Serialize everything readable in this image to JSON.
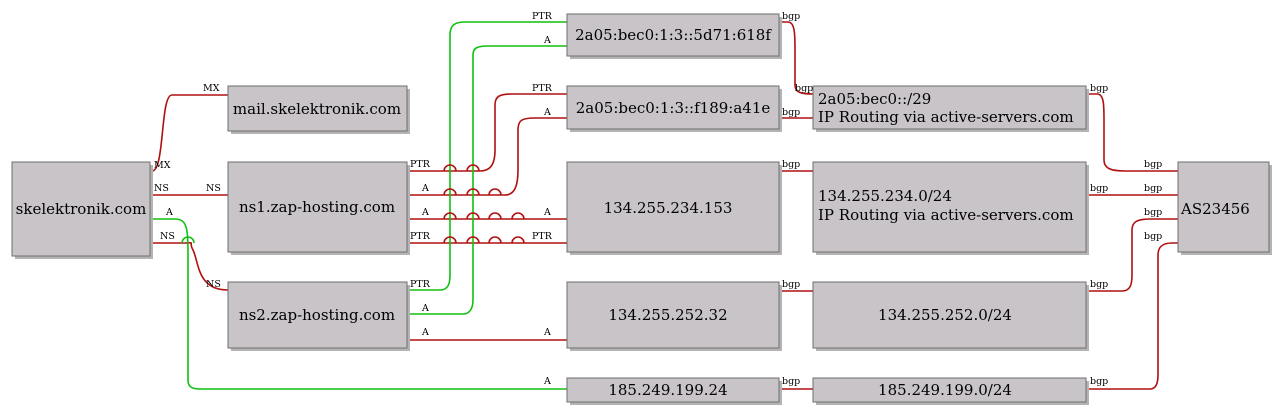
{
  "nodes": {
    "skelektronik": "skelektronik.com",
    "mail": "mail.skelektronik.com",
    "ns1": "ns1.zap-hosting.com",
    "ns2": "ns2.zap-hosting.com",
    "ip6a": "2a05:bec0:1:3::5d71:618f",
    "ip6b": "2a05:bec0:1:3::f189:a41e",
    "ip234": "134.255.234.153",
    "ip252": "134.255.252.32",
    "ip185": "185.249.199.24",
    "net6_l1": "2a05:bec0::/29",
    "net6_l2": "IP Routing via active-servers.com",
    "net234_l1": "134.255.234.0/24",
    "net234_l2": "IP Routing via active-servers.com",
    "net252": "134.255.252.0/24",
    "net185": "185.249.199.0/24",
    "as": "AS23456"
  },
  "edge_labels": {
    "mx": "MX",
    "ns": "NS",
    "a": "A",
    "ptr": "PTR",
    "bgp": "bgp"
  },
  "colors": {
    "red_wire": "#b01010",
    "green_wire": "#10c010",
    "node_fill": "#c8c4c8"
  }
}
